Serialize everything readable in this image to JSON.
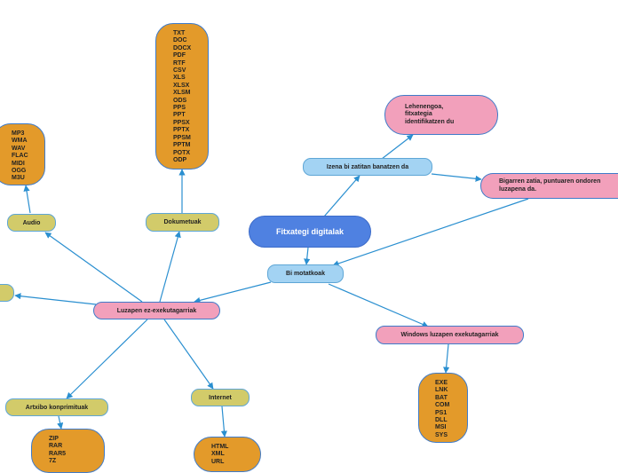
{
  "root": "Fitxategi digitalak",
  "nodes": {
    "bi_motatkoak": "Bi motatkoak",
    "izena": "Izena bi zatitan banatzen da",
    "lehenengoa": [
      "Lehenengoa,",
      "fitxategia",
      "identifikatzen du"
    ],
    "bigarren": [
      "Bigarren zatia, puntuaren ondoren",
      "luzapena da."
    ],
    "windows": "Windows luzapen exekutagarriak",
    "luzapen": "Luzapen ez-exekutagarriak",
    "audio": "Audio",
    "dokumentuak": "Dokumetuak",
    "artxibo": "Artxibo konprimituak",
    "internet": "Internet"
  },
  "lists": {
    "doc": [
      "TXT",
      "DOC",
      "DOCX",
      "PDF",
      "RTF",
      "CSV",
      "XLS",
      "XLSX",
      "XLSM",
      "ODS",
      "PPS",
      "PPT",
      "PPSX",
      "PPTX",
      "PPSM",
      "PPTM",
      "POTX",
      "ODP"
    ],
    "audio": [
      "MP3",
      "WMA",
      "WAV",
      "FLAC",
      "MIDI",
      "OGG",
      "M3U"
    ],
    "exe": [
      "EXE",
      "LNK",
      "BAT",
      "COM",
      "PS1",
      "DLL",
      "MSI",
      "SYS"
    ],
    "zip": [
      "ZIP",
      "RAR",
      "RAR5",
      "7Z"
    ],
    "web": [
      "HTML",
      "XML",
      "URL"
    ]
  },
  "colors": {
    "root": "#4f81e1",
    "level1": "#a3d3f3",
    "pink": "#f2a0bb",
    "olive": "#d2cb6a",
    "orange": "#e39a2a",
    "connector": "#2a8fd0"
  }
}
